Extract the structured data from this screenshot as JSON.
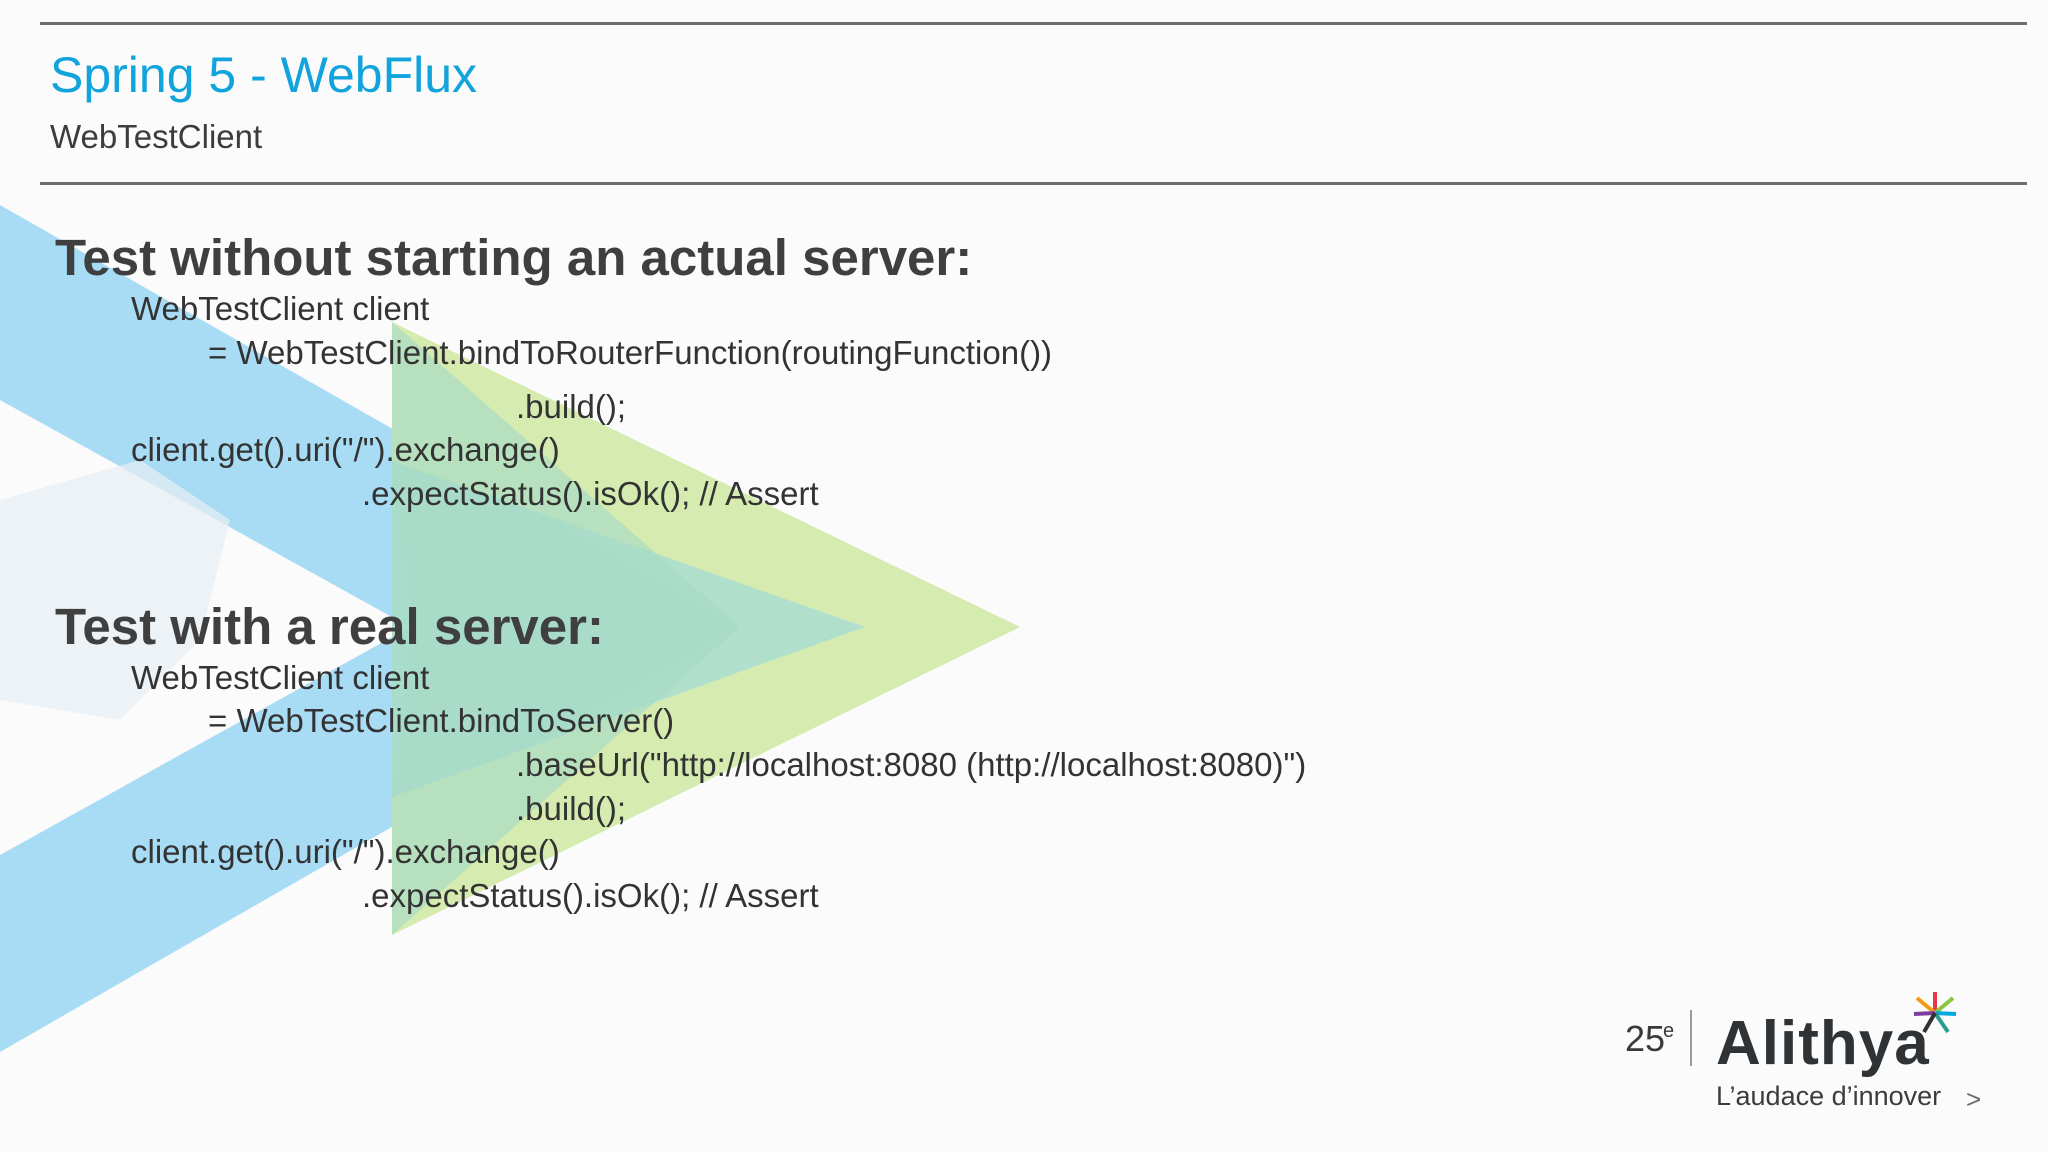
{
  "header": {
    "title": "Spring 5 - WebFlux",
    "subtitle": "WebTestClient"
  },
  "section1": {
    "heading": "Test without starting an actual server:",
    "lines": [
      "WebTestClient client",
      "= WebTestClient.bindToRouterFunction(routingFunction())",
      ".build();",
      "client.get().uri(\"/\").exchange()",
      ".expectStatus().isOk(); // Assert"
    ]
  },
  "section2": {
    "heading": "Test with a real server:",
    "lines": [
      "WebTestClient client",
      "= WebTestClient.bindToServer()",
      ".baseUrl(\"http://localhost:8080 (http://localhost:8080)\")",
      ".build();",
      "client.get().uri(\"/\").exchange()",
      ".expectStatus().isOk(); // Assert"
    ]
  },
  "footer": {
    "anniversary_number": "25",
    "anniversary_suffix": "e",
    "brand": "Alithya",
    "tagline": "L’audace d’innover",
    "next_label": ">"
  },
  "colors": {
    "title": "#11a3dc",
    "chevron_blue": "#a8dcf5",
    "chevron_green": "#d5ebb0",
    "chevron_overlap": "#a7dcc6",
    "rule": "#6f6f6f"
  }
}
